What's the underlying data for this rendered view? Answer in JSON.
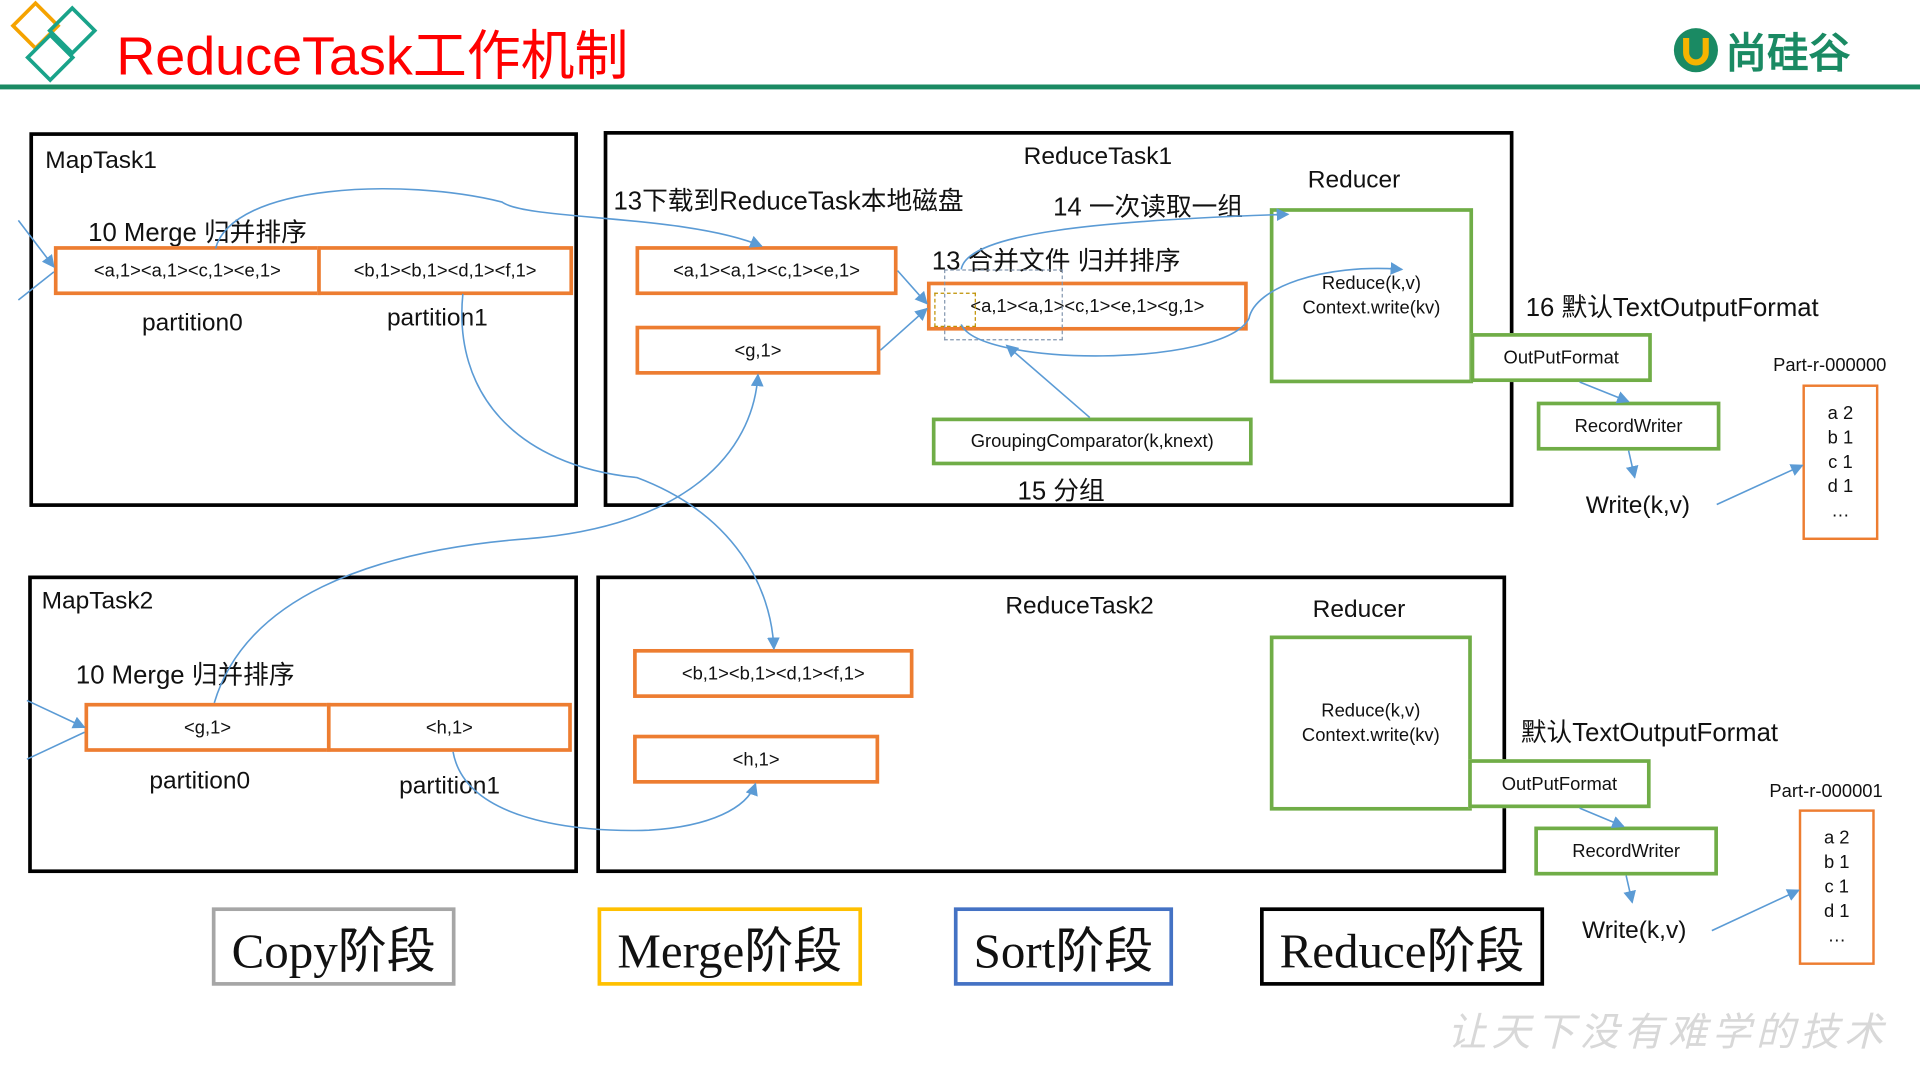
{
  "header": {
    "title": "ReduceTask工作机制",
    "brand": "尚硅谷",
    "brand_icon": "u-logo-icon",
    "slogan": "让天下没有难学的技术"
  },
  "colors": {
    "title": "#ff0000",
    "header_rule": "#1a8a63",
    "data_box": "#ed7d31",
    "reducer_box": "#70ad47",
    "arrow": "#5b9bd5"
  },
  "maptask1": {
    "title": "MapTask1",
    "step": "10 Merge 归并排序",
    "partitions": [
      {
        "content": "<a,1><a,1><c,1><e,1>",
        "label": "partition0"
      },
      {
        "content": "<b,1><b,1><d,1><f,1>",
        "label": "partition1"
      }
    ]
  },
  "maptask2": {
    "title": "MapTask2",
    "step": "10 Merge 归并排序",
    "partitions": [
      {
        "content": "<g,1>",
        "label": "partition0"
      },
      {
        "content": "<h,1>",
        "label": "partition1"
      }
    ]
  },
  "reducetask1": {
    "title": "ReduceTask1",
    "step_download": "13下载到ReduceTask本地磁盘",
    "step_read": "14 一次读取一组",
    "step_merge": "13 合并文件 归并排序",
    "step_group": "15 分组",
    "step_output": "16 默认TextOutputFormat",
    "file1": "<a,1><a,1><c,1><e,1>",
    "file2": "<g,1>",
    "merged": "<a,1><a,1><c,1><e,1><g,1>",
    "grouping": "GroupingComparator(k,knext)",
    "reducer_label": "Reducer",
    "reduce_call": "Reduce(k,v)",
    "context_write": "Context.write(kv)",
    "output_format": "OutPutFormat",
    "record_writer": "RecordWriter",
    "write": "Write(k,v)",
    "part_file": "Part-r-000000",
    "part_lines": [
      "a 2",
      "b 1",
      "c 1",
      "d 1",
      "…"
    ]
  },
  "reducetask2": {
    "title": "ReduceTask2",
    "step_output": "默认TextOutputFormat",
    "file1": "<b,1><b,1><d,1><f,1>",
    "file2": "<h,1>",
    "reducer_label": "Reducer",
    "reduce_call": "Reduce(k,v)",
    "context_write": "Context.write(kv)",
    "output_format": "OutPutFormat",
    "record_writer": "RecordWriter",
    "write": "Write(k,v)",
    "part_file": "Part-r-000001",
    "part_lines": [
      "a 2",
      "b 1",
      "c 1",
      "d 1",
      "…"
    ]
  },
  "phases": [
    {
      "label": "Copy阶段",
      "color": "#a6a6a6"
    },
    {
      "label": "Merge阶段",
      "color": "#ffc000"
    },
    {
      "label": "Sort阶段",
      "color": "#4472c4"
    },
    {
      "label": "Reduce阶段",
      "color": "#000000"
    }
  ]
}
